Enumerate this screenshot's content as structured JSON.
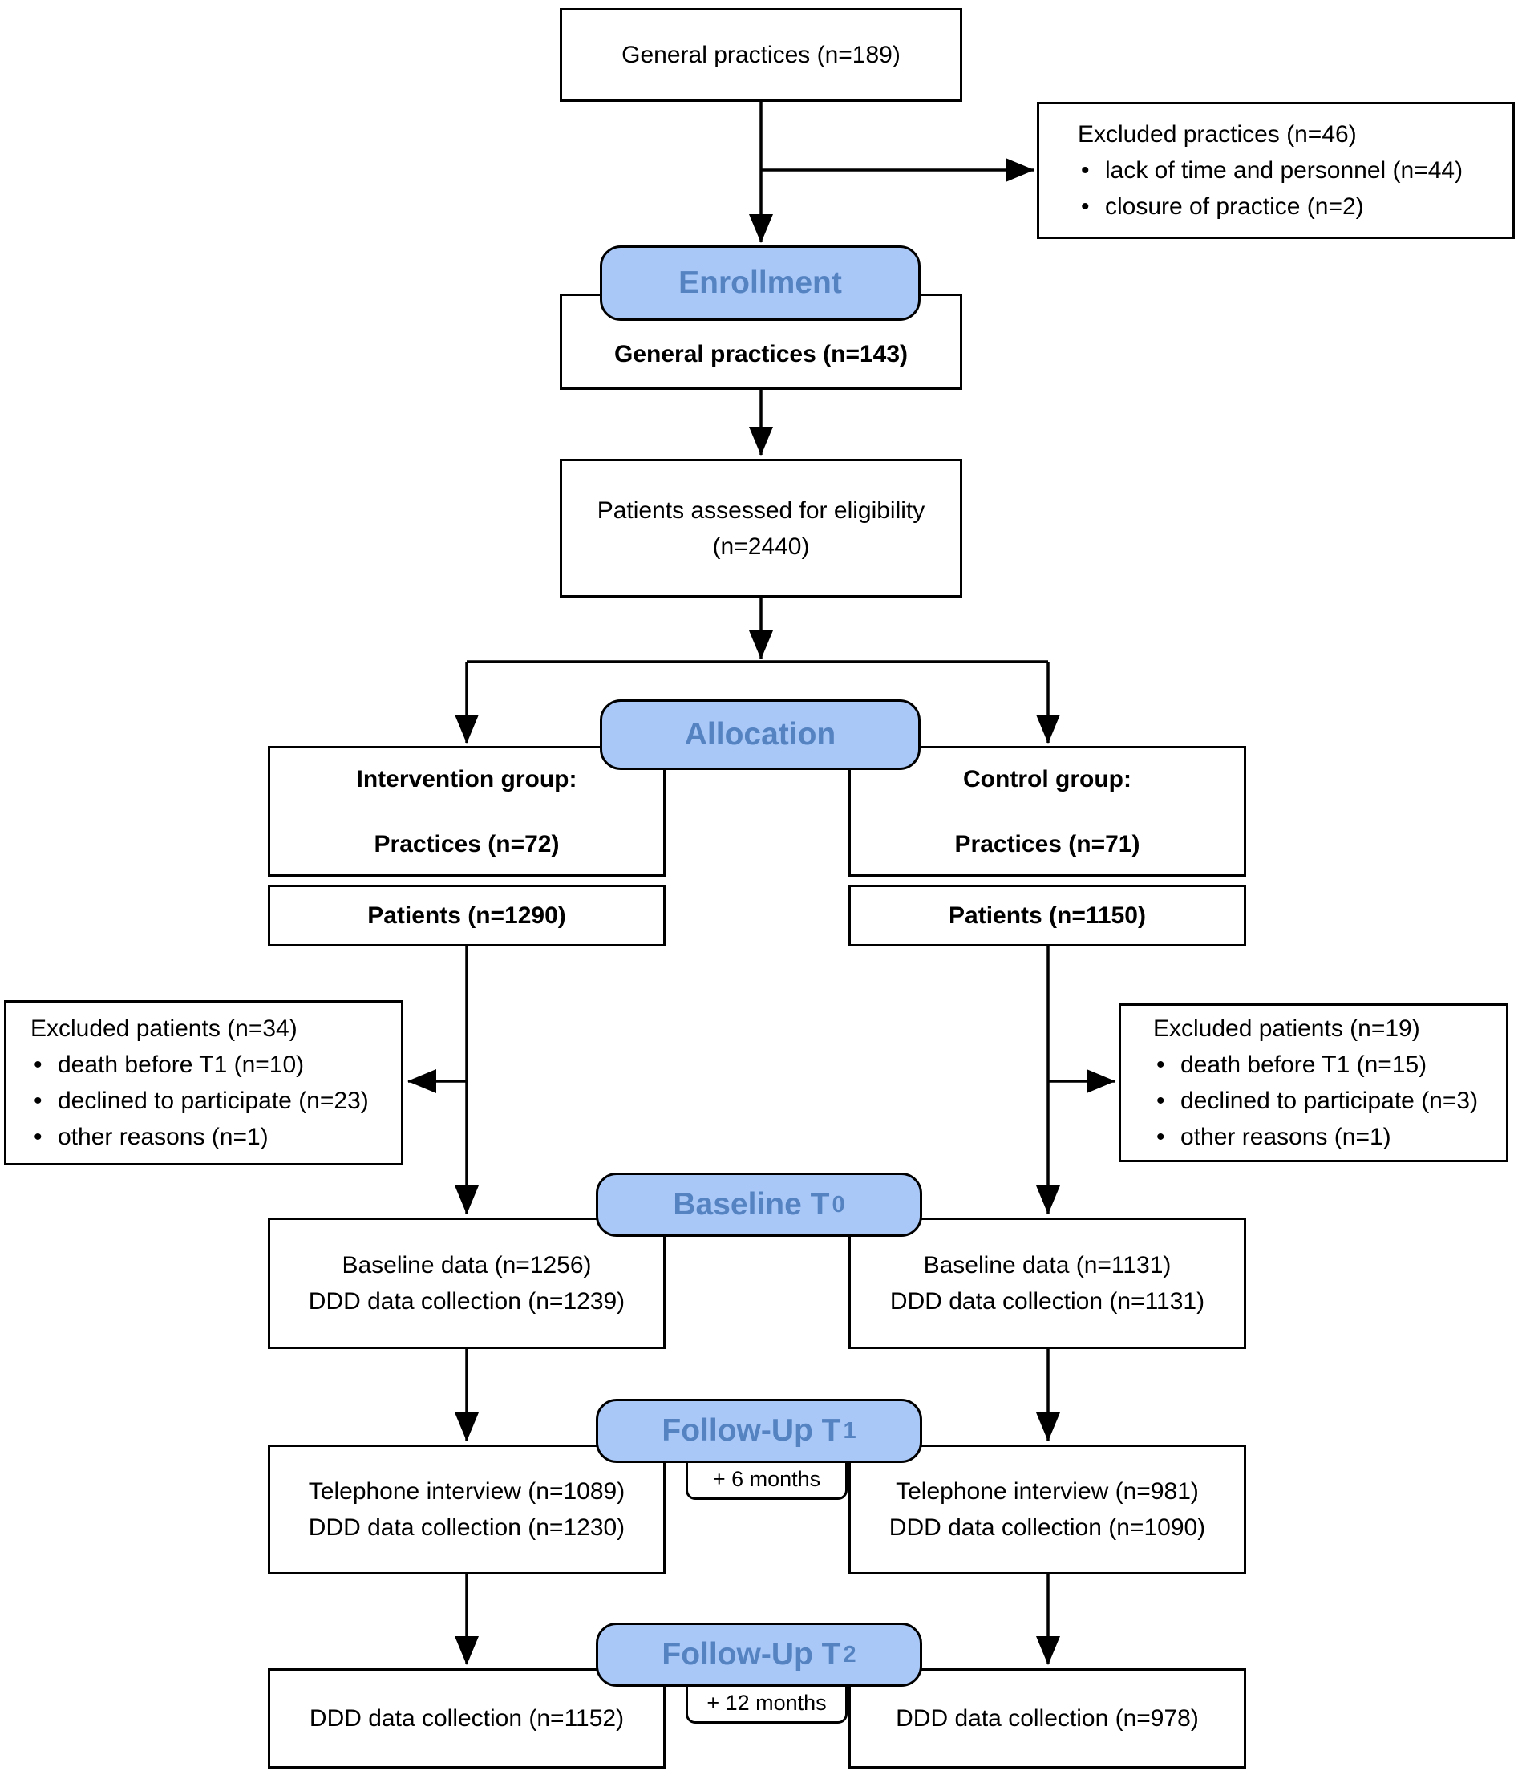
{
  "colors": {
    "stage_fill": "#A9C8F8",
    "stage_text": "#5583C1",
    "line": "#000000"
  },
  "flow": {
    "general_practices_total": "General practices (n=189)",
    "excluded_practices": {
      "title": "Excluded practices (n=46)",
      "bullets": [
        "lack of time and personnel (n=44)",
        "closure of practice (n=2)"
      ]
    },
    "stages": {
      "enrollment": {
        "label": "Enrollment"
      },
      "allocation": {
        "label": "Allocation"
      },
      "baseline": {
        "label": "Baseline T",
        "sub": "0"
      },
      "followup1": {
        "label": "Follow-Up T",
        "sub": "1",
        "offset": "+ 6 months"
      },
      "followup2": {
        "label": "Follow-Up T",
        "sub": "2",
        "offset": "+ 12 months"
      }
    },
    "general_practices_enrolled": "General practices (n=143)",
    "eligibility": {
      "line1": "Patients assessed for eligibility",
      "line2": "(n=2440)"
    },
    "intervention": {
      "line1": "Intervention group:",
      "line2": "Practices (n=72)",
      "patients": "Patients (n=1290)"
    },
    "control": {
      "line1": "Control group:",
      "line2": "Practices (n=71)",
      "patients": "Patients (n=1150)"
    },
    "excluded_intervention": {
      "title": "Excluded patients (n=34)",
      "bullets": [
        "death before T1 (n=10)",
        "declined to participate (n=23)",
        "other reasons (n=1)"
      ]
    },
    "excluded_control": {
      "title": "Excluded patients (n=19)",
      "bullets": [
        "death before T1 (n=15)",
        "declined to participate (n=3)",
        "other reasons (n=1)"
      ]
    },
    "baseline_intervention": {
      "line1": "Baseline data (n=1256)",
      "line2": "DDD data collection (n=1239)"
    },
    "baseline_control": {
      "line1": "Baseline data (n=1131)",
      "line2": "DDD data collection (n=1131)"
    },
    "followup1_intervention": {
      "line1": "Telephone interview (n=1089)",
      "line2": "DDD data collection (n=1230)"
    },
    "followup1_control": {
      "line1": "Telephone interview (n=981)",
      "line2": "DDD data collection (n=1090)"
    },
    "followup2_intervention": {
      "line1": "DDD data collection (n=1152)"
    },
    "followup2_control": {
      "line1": "DDD data collection (n=978)"
    }
  }
}
